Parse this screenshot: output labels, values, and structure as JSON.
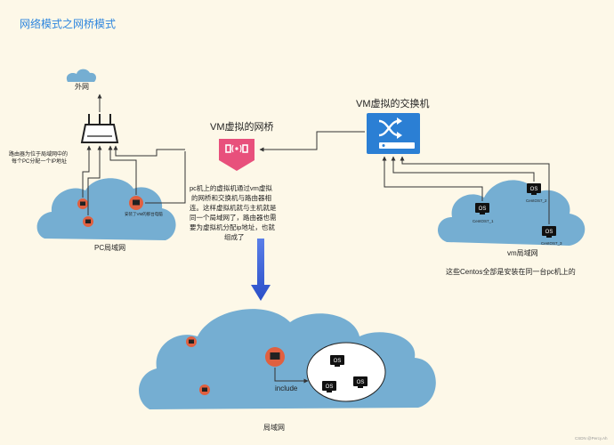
{
  "title": "网络模式之网桥模式",
  "labels": {
    "internet": "外网",
    "router_note_1": "路由器为位于局域网中的",
    "router_note_2": "每个PC分配一个IP地址",
    "vm_bridge": "VM虚拟的网桥",
    "vm_switch": "VM虚拟的交换机",
    "pc_lan": "PC局域网",
    "vm_lan": "vm局域网",
    "centos_note": "这些Centos全部是安装在同一台pc机上的",
    "lan": "局域网",
    "include": "include",
    "vmware_pc": "安装了VM的那台电脑",
    "watermark": "CSDN @Percy.Ah"
  },
  "explanation": [
    "pc机上的虚拟机通过vm虚拟",
    "的网桥和交换机与路由器相",
    "连。这样虚拟机就与主机就是",
    "同一个局域网了，路由器也需",
    "要为虚拟机分配ip地址，也就",
    "组成了"
  ],
  "os_badge": "OS",
  "vms": [
    {
      "name": "CentOS7_1"
    },
    {
      "name": "CentOS7_2"
    },
    {
      "name": "CentOS7_3"
    }
  ],
  "colors": {
    "title": "#2e86de",
    "cloud": "#75aed2",
    "bridge": "#e8507c",
    "switch": "#2b7fd4",
    "arrow": "#3b62d8",
    "pc_ring": "#e06040",
    "line": "#333333"
  }
}
